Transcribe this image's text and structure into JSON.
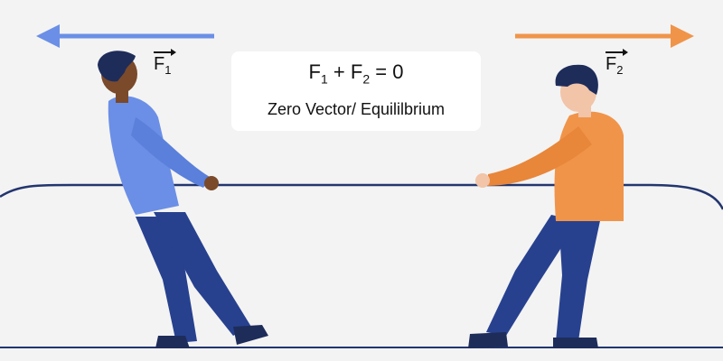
{
  "force_left": {
    "symbol": "F",
    "subscript": "1",
    "color": "#6b8fe6"
  },
  "force_right": {
    "symbol": "F",
    "subscript": "2",
    "color": "#f0944a"
  },
  "equation": {
    "term1_symbol": "F",
    "term1_sub": "1",
    "operator": "+",
    "term2_symbol": "F",
    "term2_sub": "2",
    "equals": "=",
    "result": "0"
  },
  "caption": "Zero Vector/ Equililbrium",
  "colors": {
    "background": "#f3f3f3",
    "rope": "#22356e",
    "left_shirt": "#6b8fe6",
    "right_shirt": "#f0944a",
    "pants": "#27418f",
    "skin_left": "#7a4a2a",
    "skin_right": "#f2c4a8",
    "hair": "#1e2c5a"
  }
}
